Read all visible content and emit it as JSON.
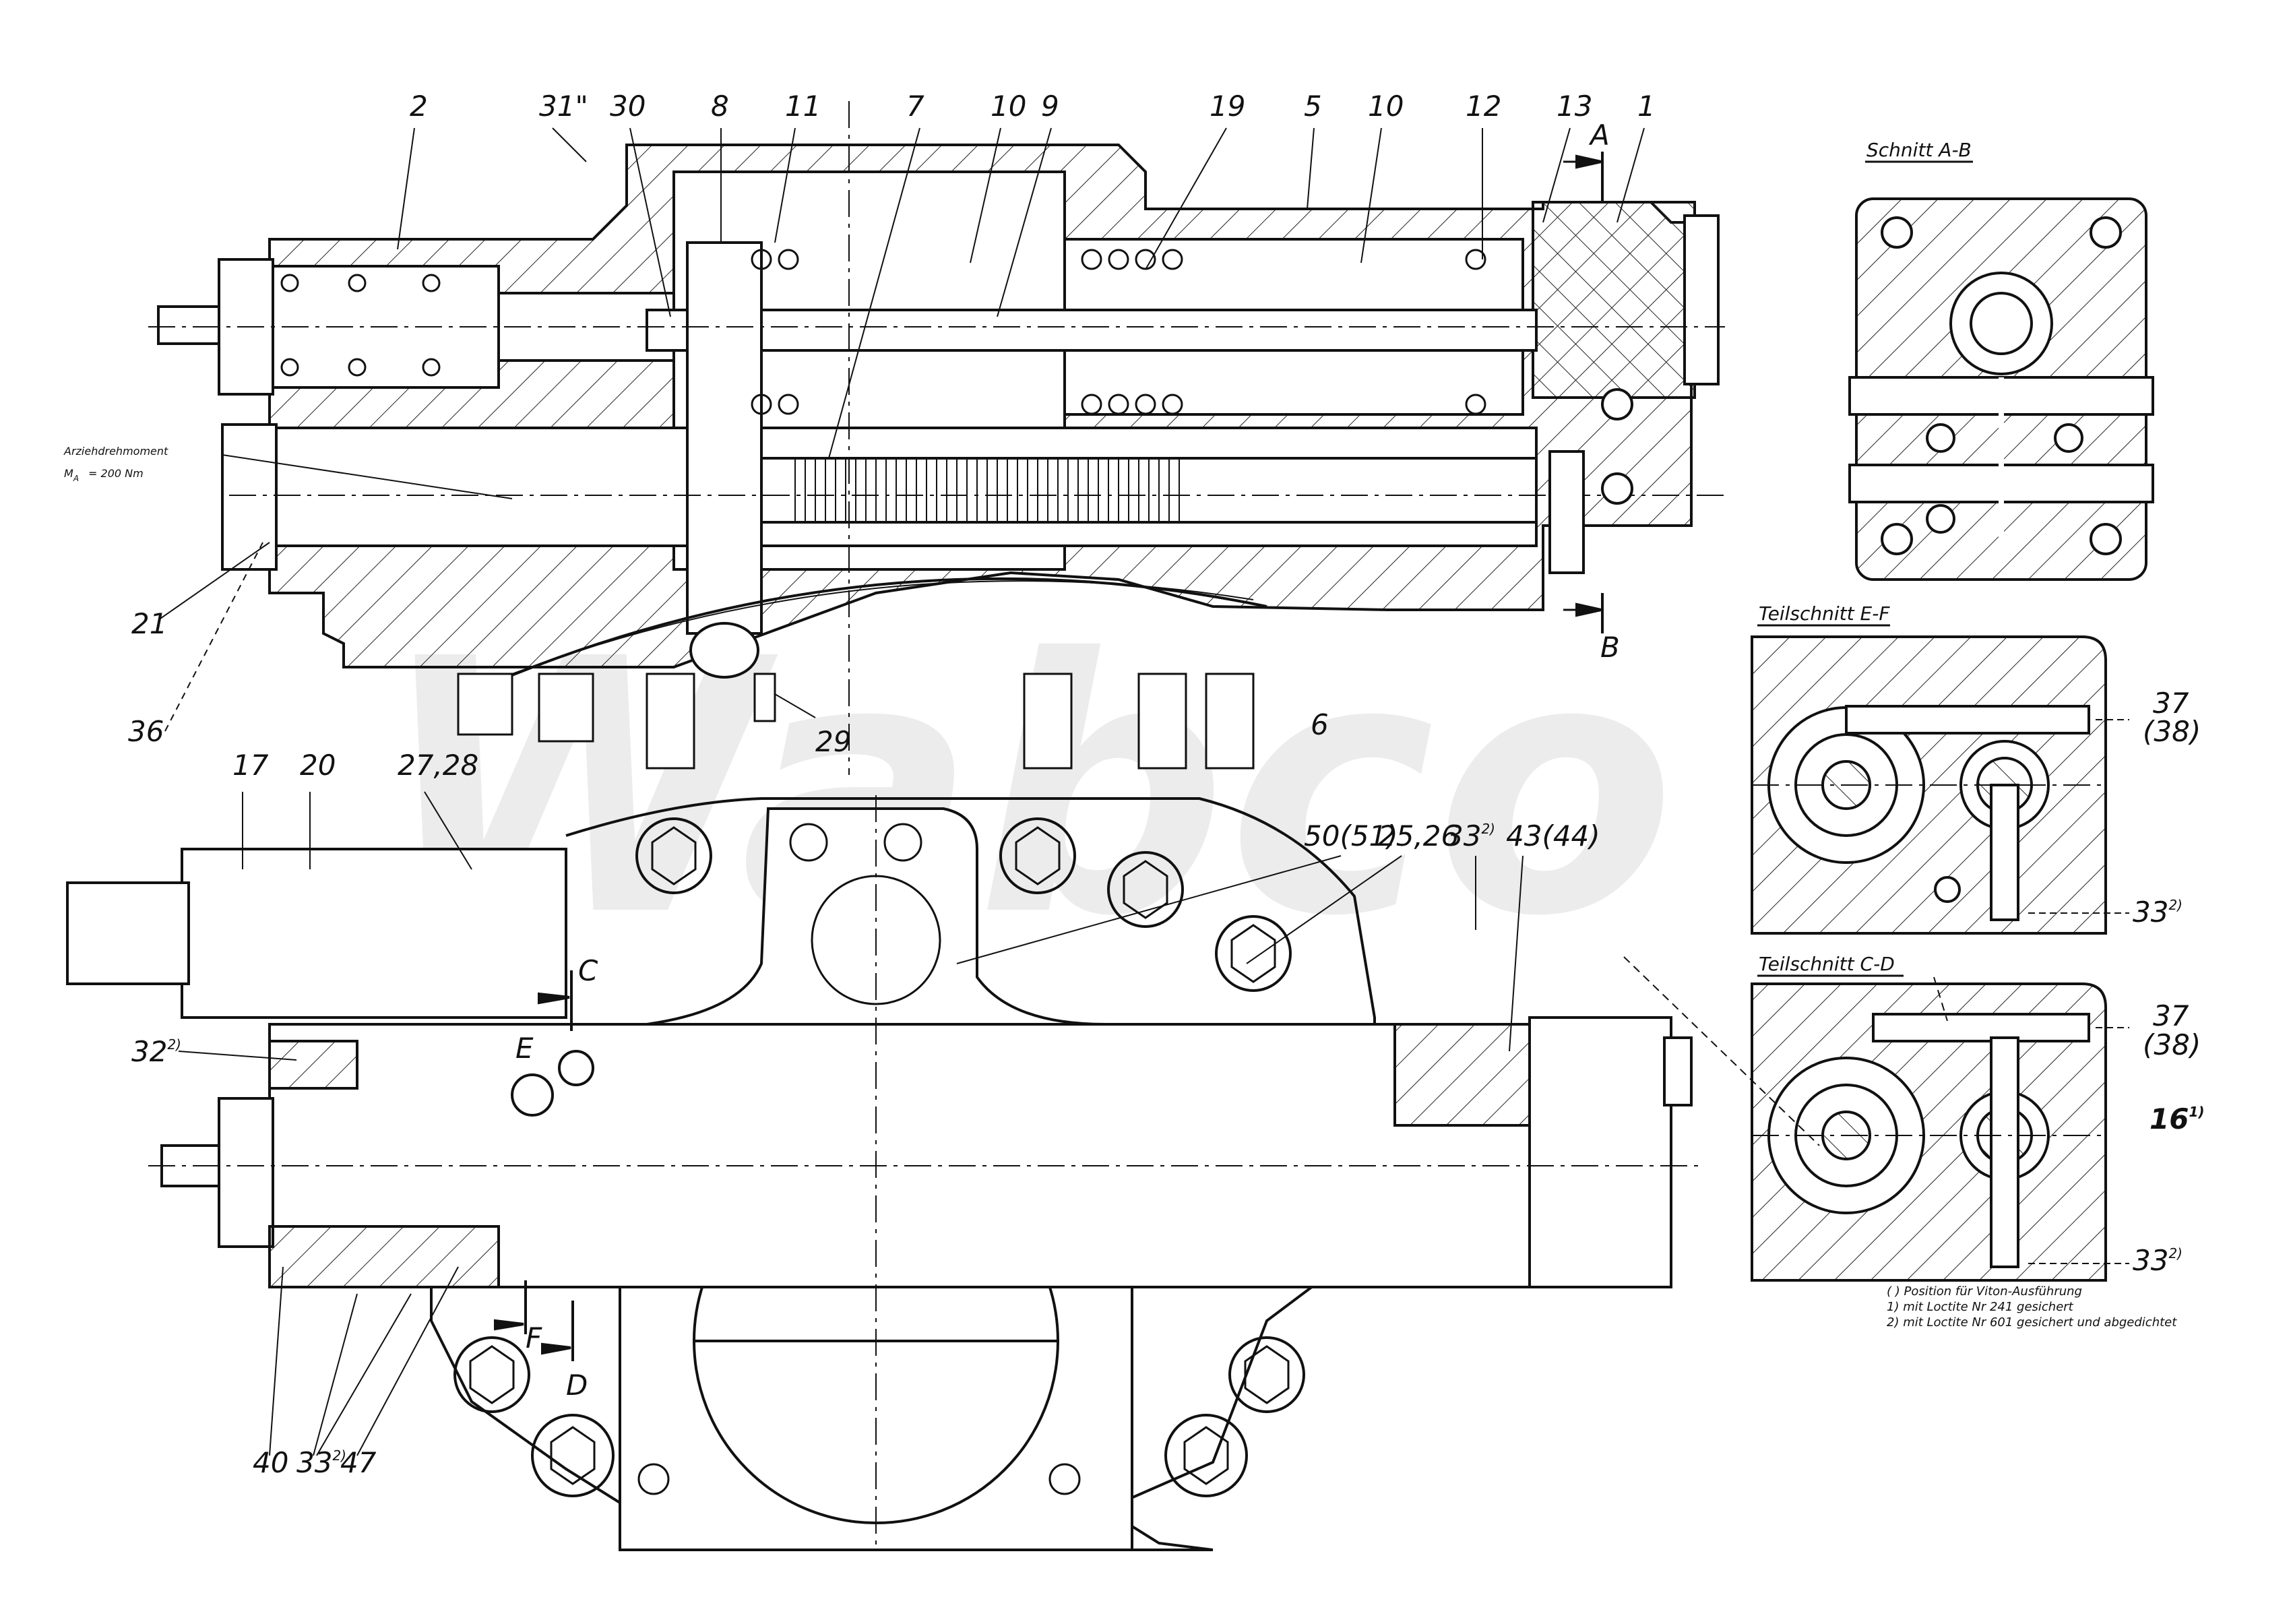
{
  "drawing": {
    "type": "technical-section-drawing",
    "watermark": {
      "text": "Wabco",
      "colors": [
        "#ebebeb",
        "#fdf3e1"
      ]
    }
  },
  "top_view": {
    "part_labels": [
      "2",
      "31\"",
      "30",
      "8",
      "11",
      "7",
      "10",
      "9",
      "19",
      "5",
      "10",
      "12",
      "13",
      "1"
    ],
    "side_labels": [
      "21",
      "36",
      "29",
      "6"
    ],
    "torque_note": {
      "line1": "Arziehdrehmoment",
      "line2_symbol": "M",
      "line2_sub": "A",
      "line2_value": "= 200 Nm"
    },
    "section_marks": {
      "top": "A",
      "bottom": "B"
    }
  },
  "bottom_view": {
    "labels": {
      "l17": "17",
      "l20": "20",
      "l2728": "27,28",
      "l5051": "50(51)",
      "l2526": "25,26",
      "l33": "33",
      "l33_sup": "2)",
      "l4344": "43(44)",
      "l32": "32",
      "l32_sup": "2)",
      "l40": "40",
      "l33b": "33",
      "l33b_sup": "2)",
      "l47": "47"
    },
    "section_marks": {
      "c": "C",
      "d": "D",
      "e": "E",
      "f": "F"
    }
  },
  "section_ab": {
    "title": "Schnitt A-B"
  },
  "section_ef": {
    "title": "Teilschnitt E-F",
    "labels": {
      "l37": "37",
      "l38": "(38)",
      "l33": "33",
      "l33_sup": "2)"
    }
  },
  "section_cd": {
    "title": "Teilschnitt C-D",
    "labels": {
      "l37": "37",
      "l38": "(38)",
      "l16": "16",
      "l16_sup": "1)",
      "l33": "33",
      "l33_sup": "2)"
    }
  },
  "notes": {
    "line1": "( ) Position  für Viton-Ausführung",
    "line2": "1) mit Loctite Nr 241 gesichert",
    "line3": "2) mit Loctite Nr 601 gesichert und abgedichtet"
  }
}
